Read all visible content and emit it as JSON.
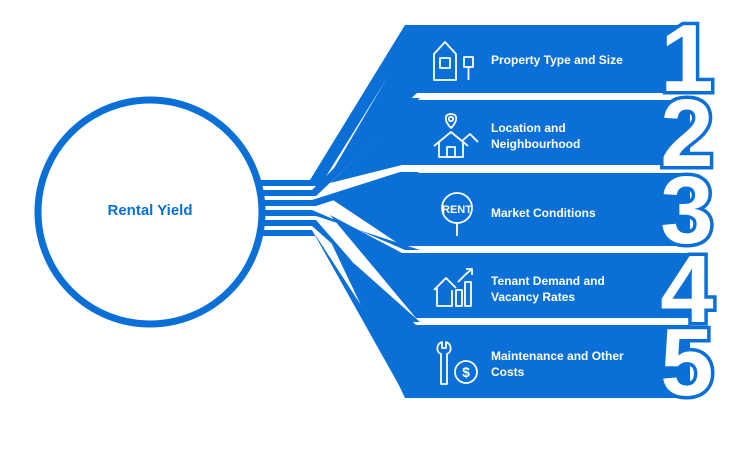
{
  "colors": {
    "brand": "#0a6fd6",
    "background": "#ffffff"
  },
  "hub": {
    "label": "Rental Yield"
  },
  "items": [
    {
      "number": "1",
      "label": "Property Type and Size",
      "icon": "house-signpost-icon"
    },
    {
      "number": "2",
      "label": "Location and Neighbourhood",
      "icon": "location-house-icon"
    },
    {
      "number": "3",
      "label": "Market Conditions",
      "icon": "rent-sign-icon"
    },
    {
      "number": "4",
      "label": "Tenant Demand and Vacancy Rates",
      "icon": "house-growth-chart-icon"
    },
    {
      "number": "5",
      "label": "Maintenance and Other Costs",
      "icon": "wrench-dollar-icon"
    }
  ]
}
